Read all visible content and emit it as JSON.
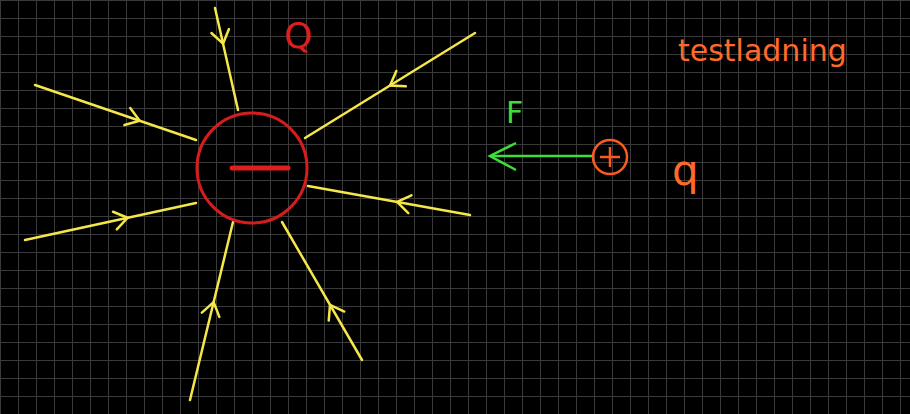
{
  "diagram": {
    "labels": [
      "Q",
      "F",
      "testladning",
      "q"
    ]
  }
}
